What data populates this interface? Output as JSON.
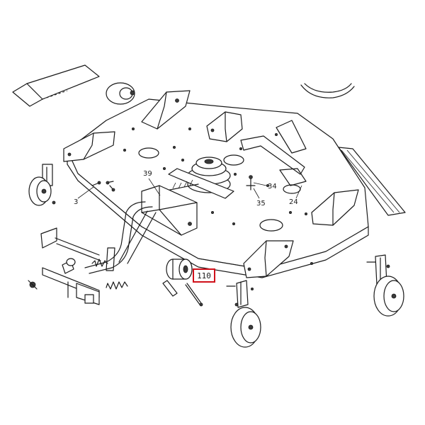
{
  "labels": {
    "p3": "3",
    "p39": "39",
    "p34": "34",
    "p35": "35",
    "p24": "24"
  },
  "highlight": {
    "part": "110",
    "color": "#d0101a"
  }
}
